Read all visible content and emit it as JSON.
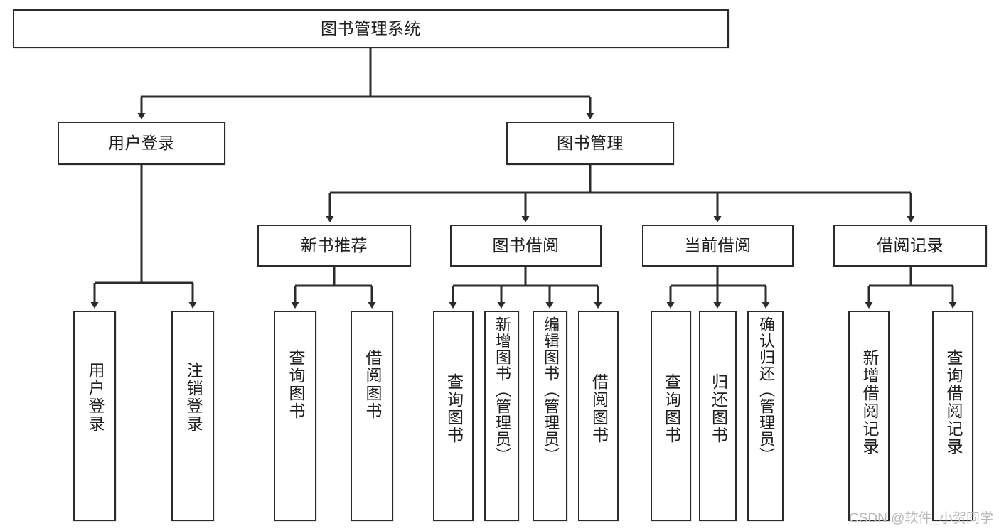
{
  "diagram": {
    "title": "图书管理系统",
    "type": "tree-hierarchy",
    "watermark": "CSDN @软件_小贺同学",
    "colors": {
      "border": "#2b2b2b",
      "background": "#ffffff",
      "text": "#1f1f1f",
      "connector": "#2b2b2b",
      "watermark": "#b9b9b9"
    }
  },
  "root": {
    "label": "图书管理系统"
  },
  "level1": [
    {
      "label": "用户登录"
    },
    {
      "label": "图书管理"
    }
  ],
  "level2": [
    {
      "label": "新书推荐"
    },
    {
      "label": "图书借阅"
    },
    {
      "label": "当前借阅"
    },
    {
      "label": "借阅记录"
    }
  ],
  "leaves": {
    "user_login": [
      {
        "label": "用户登录"
      },
      {
        "label": "注销登录"
      }
    ],
    "new_book": [
      {
        "label": "查询图书"
      },
      {
        "label": "借阅图书"
      }
    ],
    "book_borrow": [
      {
        "label": "查询图书"
      },
      {
        "label": "新增图书（管理员）"
      },
      {
        "label": "编辑图书（管理员）"
      },
      {
        "label": "借阅图书"
      }
    ],
    "current_borrow": [
      {
        "label": "查询图书"
      },
      {
        "label": "归还图书"
      },
      {
        "label": "确认归还（管理员）"
      }
    ],
    "borrow_record": [
      {
        "label": "新增借阅记录"
      },
      {
        "label": "查询借阅记录"
      }
    ]
  }
}
